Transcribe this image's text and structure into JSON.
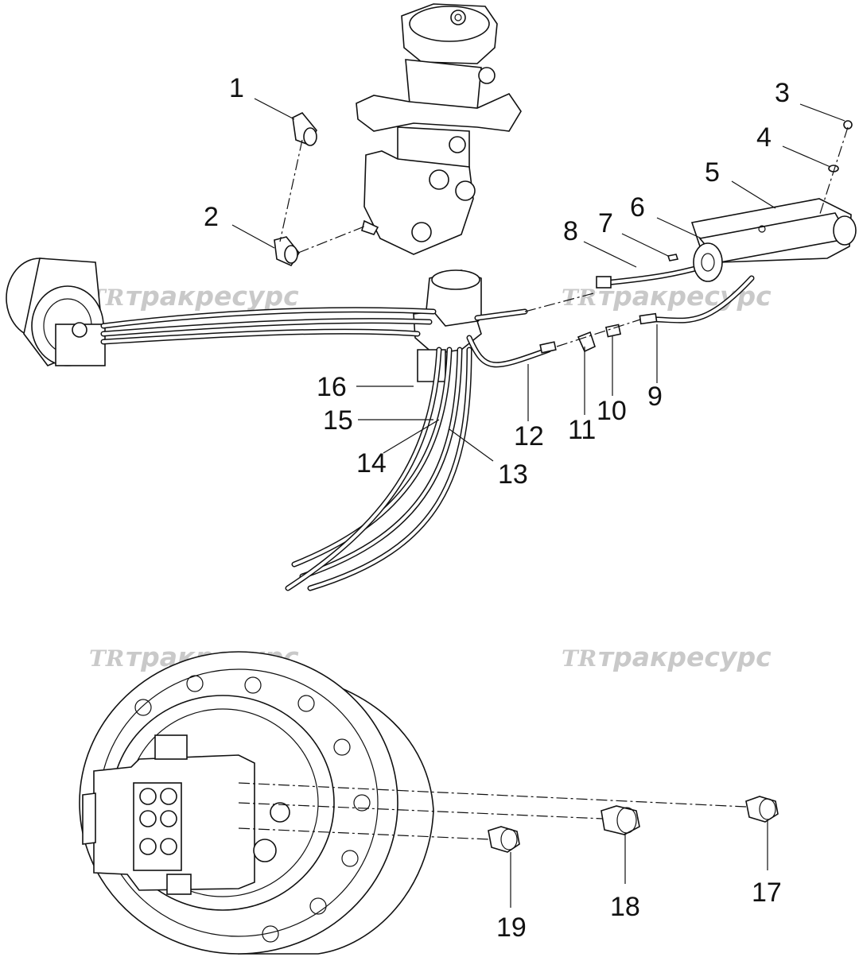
{
  "watermark": {
    "logo": "TR",
    "text": "тракресурс"
  },
  "callouts": [
    "1",
    "2",
    "3",
    "4",
    "5",
    "6",
    "7",
    "8",
    "9",
    "10",
    "11",
    "12",
    "13",
    "14",
    "15",
    "16",
    "17",
    "18",
    "19"
  ],
  "icons": {
    "swivel_joint": "rotary-swivel-joint-icon",
    "travel_motor": "travel-motor-icon",
    "cylinder": "hydraulic-cylinder-icon",
    "fitting": "hose-fitting-icon"
  }
}
